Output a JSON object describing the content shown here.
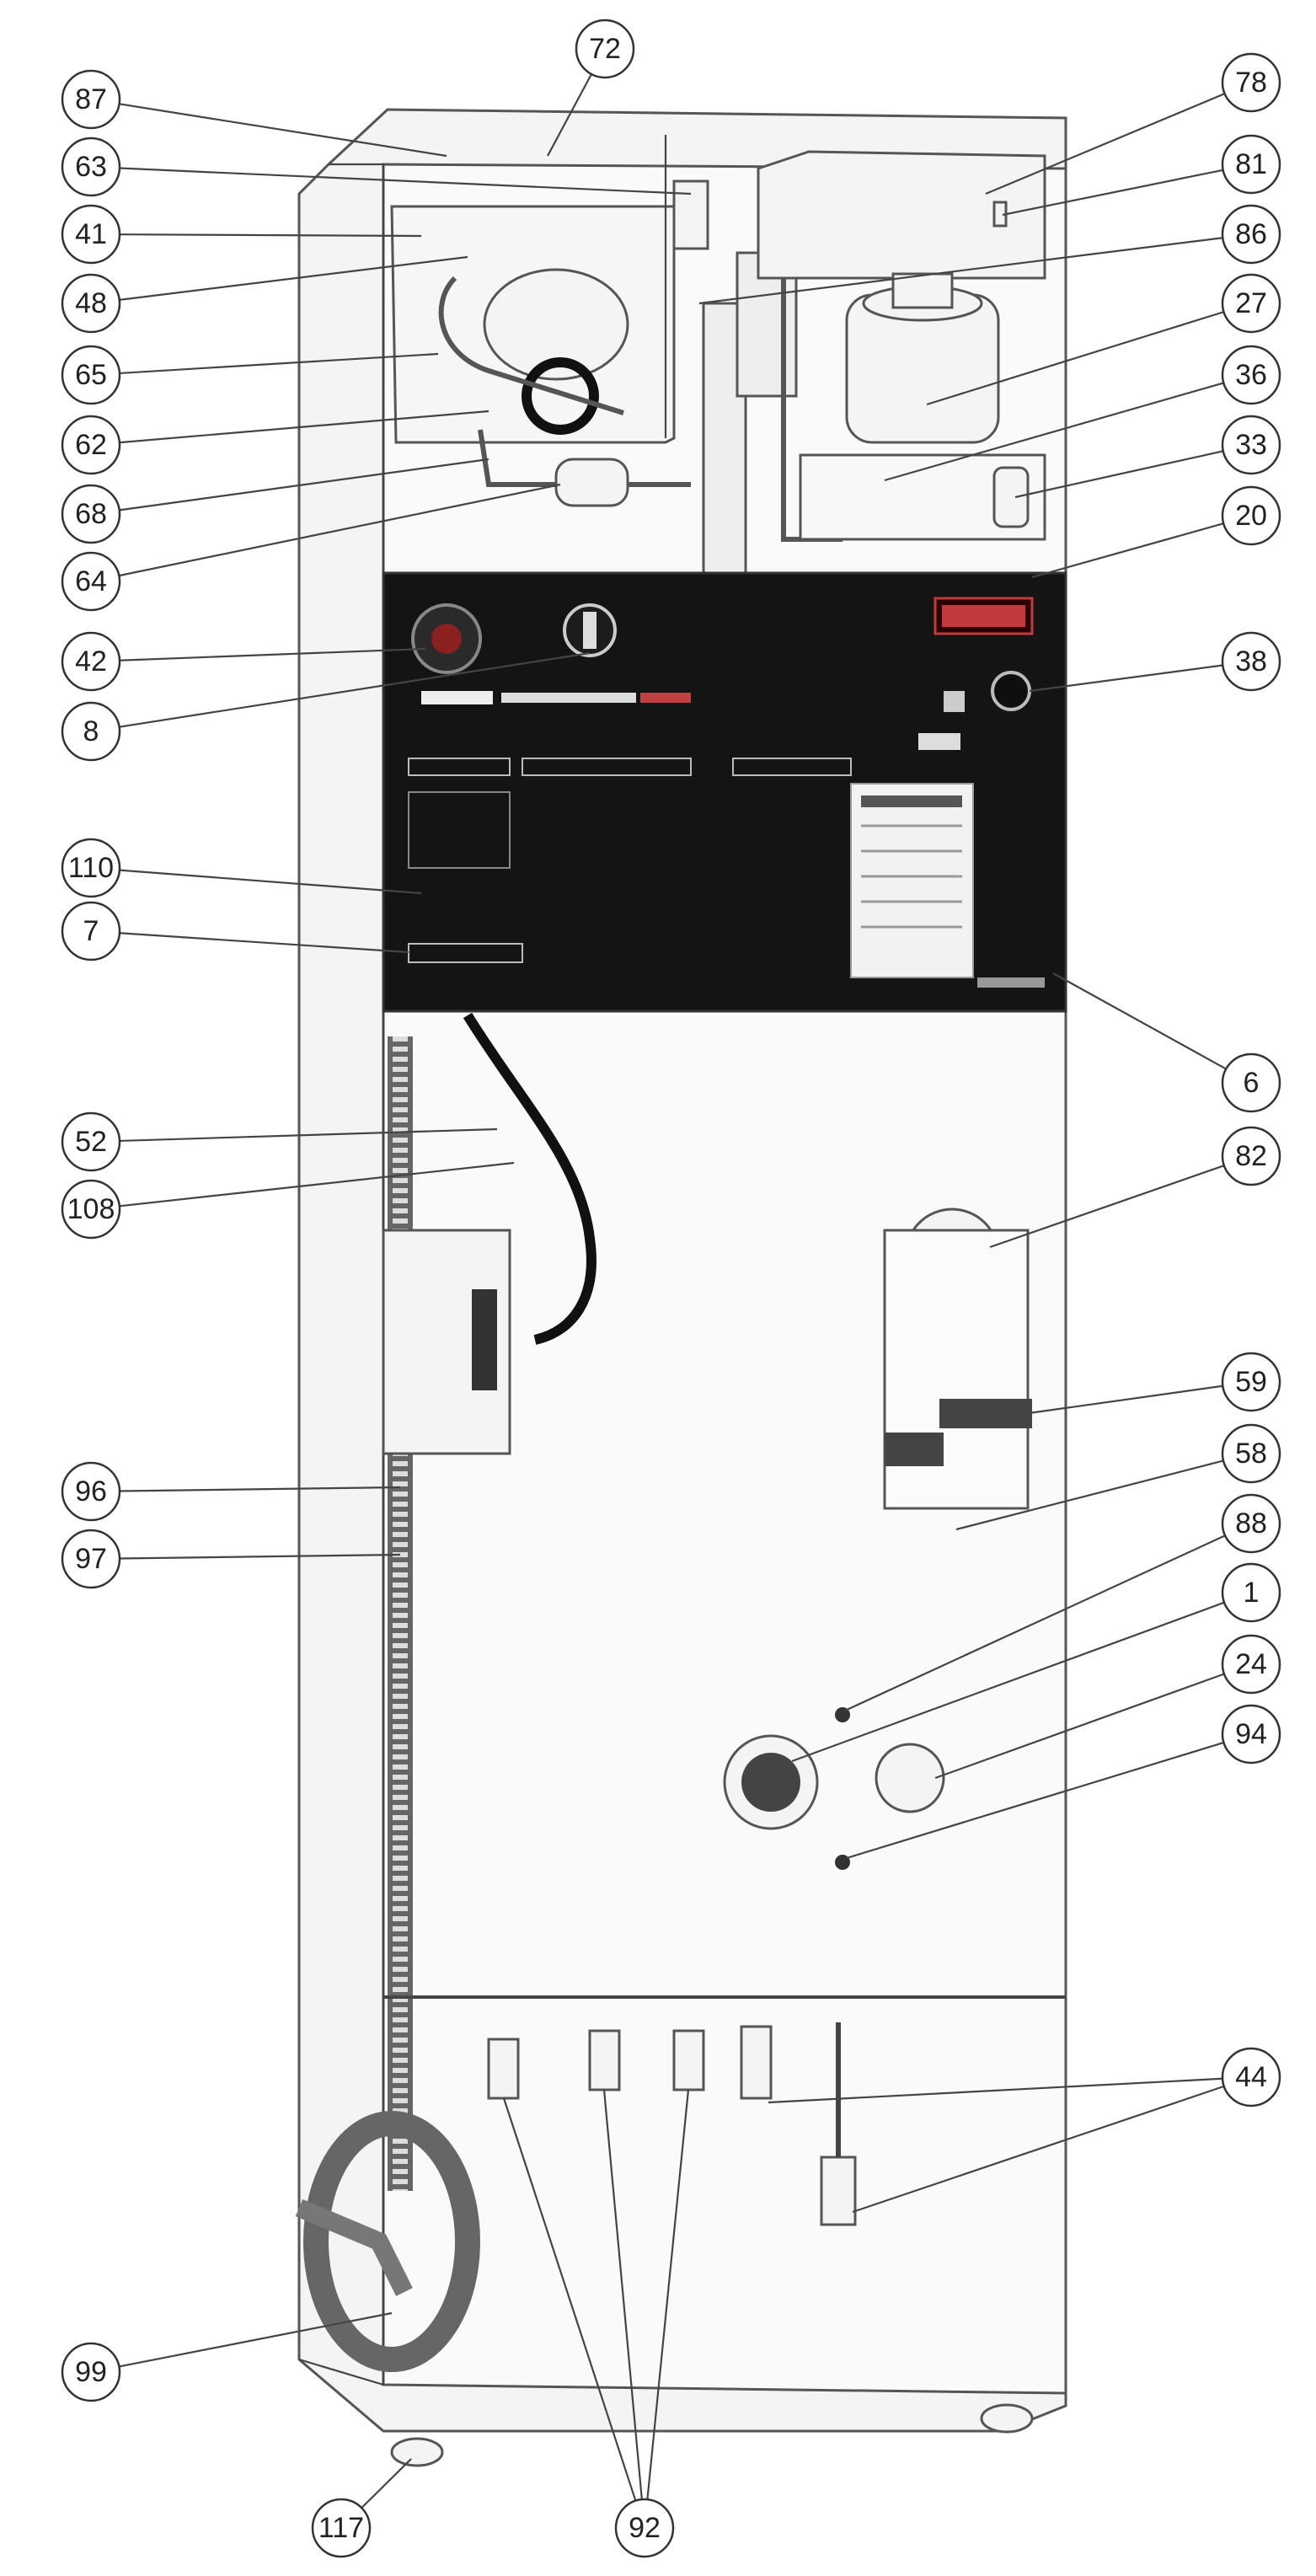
{
  "colors": {
    "background": "#ffffff",
    "outline": "#555555",
    "panel": "#141414",
    "display": "#c23b3b",
    "callout_border": "#333333"
  },
  "callouts": [
    {
      "id": "87",
      "label": "87",
      "side": "left"
    },
    {
      "id": "72",
      "label": "72",
      "side": "top"
    },
    {
      "id": "63",
      "label": "63",
      "side": "left"
    },
    {
      "id": "41",
      "label": "41",
      "side": "left"
    },
    {
      "id": "48",
      "label": "48",
      "side": "left"
    },
    {
      "id": "65",
      "label": "65",
      "side": "left"
    },
    {
      "id": "62",
      "label": "62",
      "side": "left"
    },
    {
      "id": "68",
      "label": "68",
      "side": "left"
    },
    {
      "id": "64",
      "label": "64",
      "side": "left"
    },
    {
      "id": "42",
      "label": "42",
      "side": "left"
    },
    {
      "id": "8",
      "label": "8",
      "side": "left"
    },
    {
      "id": "110",
      "label": "110",
      "side": "left"
    },
    {
      "id": "7",
      "label": "7",
      "side": "left"
    },
    {
      "id": "52",
      "label": "52",
      "side": "left"
    },
    {
      "id": "108",
      "label": "108",
      "side": "left"
    },
    {
      "id": "96",
      "label": "96",
      "side": "left"
    },
    {
      "id": "97",
      "label": "97",
      "side": "left"
    },
    {
      "id": "99",
      "label": "99",
      "side": "left"
    },
    {
      "id": "117",
      "label": "117",
      "side": "bottom"
    },
    {
      "id": "92",
      "label": "92",
      "side": "bottom"
    },
    {
      "id": "78",
      "label": "78",
      "side": "right"
    },
    {
      "id": "81",
      "label": "81",
      "side": "right"
    },
    {
      "id": "86",
      "label": "86",
      "side": "right"
    },
    {
      "id": "27",
      "label": "27",
      "side": "right"
    },
    {
      "id": "36",
      "label": "36",
      "side": "right"
    },
    {
      "id": "33",
      "label": "33",
      "side": "right"
    },
    {
      "id": "20",
      "label": "20",
      "side": "right"
    },
    {
      "id": "38",
      "label": "38",
      "side": "right"
    },
    {
      "id": "6",
      "label": "6",
      "side": "right"
    },
    {
      "id": "82",
      "label": "82",
      "side": "right"
    },
    {
      "id": "59",
      "label": "59",
      "side": "right"
    },
    {
      "id": "58",
      "label": "58",
      "side": "right"
    },
    {
      "id": "88",
      "label": "88",
      "side": "right"
    },
    {
      "id": "1",
      "label": "1",
      "side": "right"
    },
    {
      "id": "24",
      "label": "24",
      "side": "right"
    },
    {
      "id": "94",
      "label": "94",
      "side": "right"
    },
    {
      "id": "44",
      "label": "44",
      "side": "right"
    }
  ]
}
